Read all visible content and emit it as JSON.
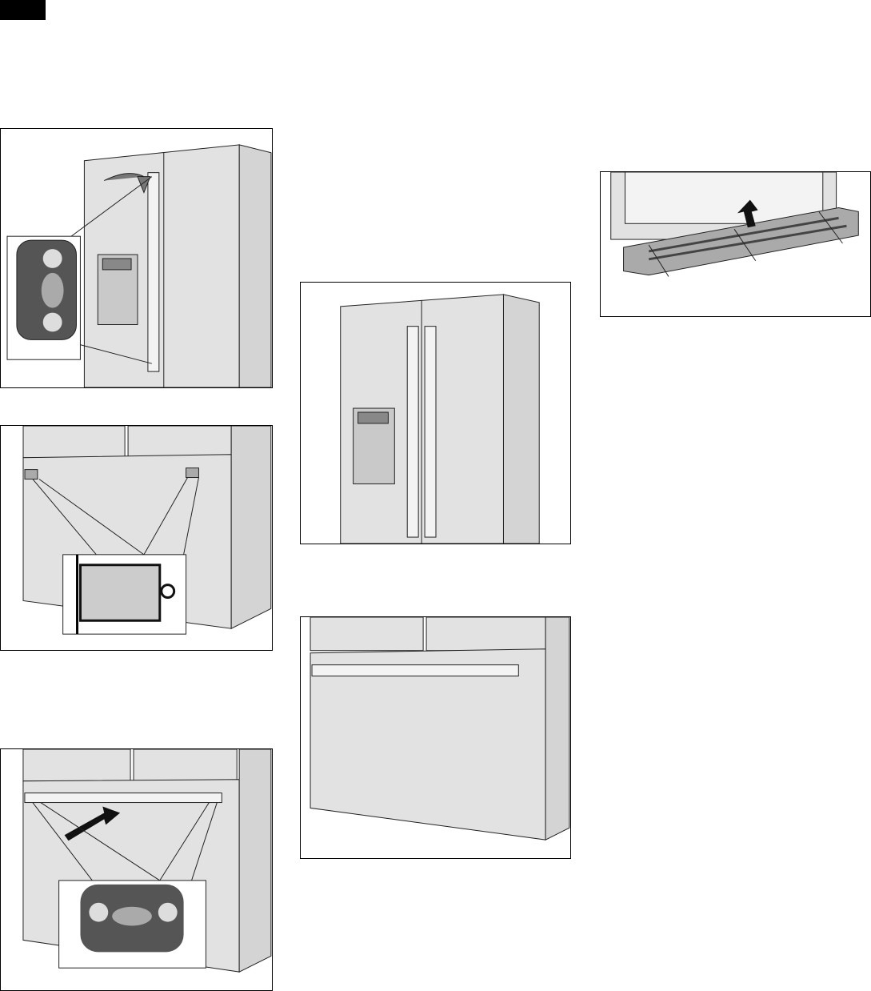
{
  "colors": {
    "panel": "#e2e2e2",
    "dark": "#8a8a8a",
    "line": "#222222",
    "tab": "#000000"
  },
  "figures": [
    {
      "id": "handle-mount-side-by-side-door"
    },
    {
      "id": "drawer-handle-brackets"
    },
    {
      "id": "drawer-handle-attach"
    },
    {
      "id": "side-by-side-fridge-handles"
    },
    {
      "id": "french-door-fridge-drawer-handle"
    },
    {
      "id": "toe-kick-grille"
    }
  ]
}
